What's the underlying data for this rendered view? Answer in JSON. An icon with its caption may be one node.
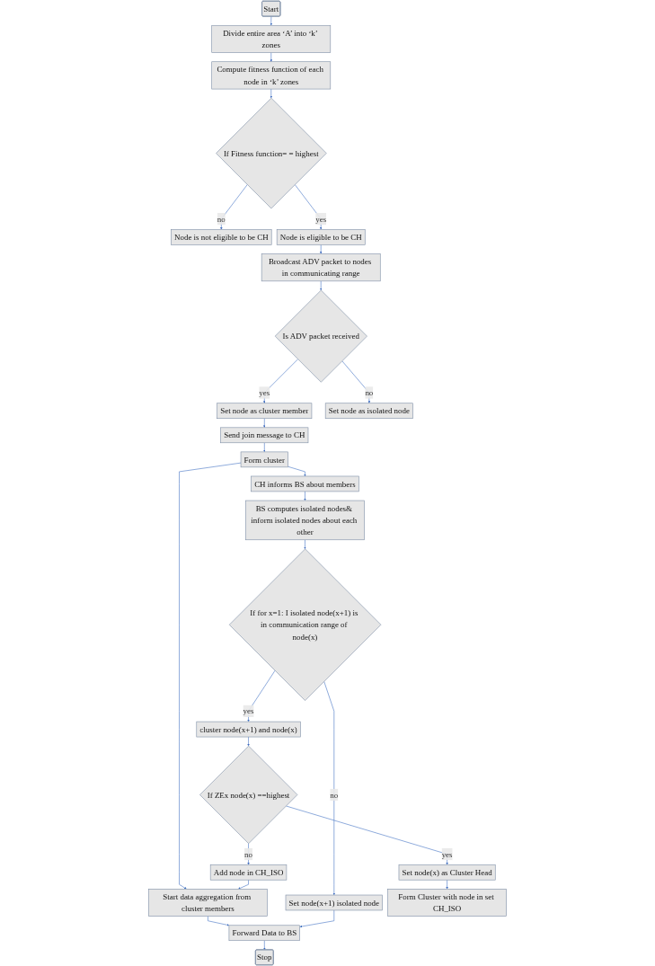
{
  "diagram": {
    "nodes": [
      {
        "text": [
          "Start"
        ]
      },
      {
        "text": [
          "Divide entire area ‘A’ into ‘k’ zones"
        ]
      },
      {
        "text": [
          "Compute fitness function of each node in ‘k’ zones"
        ]
      },
      {
        "text": [
          "If Fitness function= = highest"
        ]
      },
      {
        "text": [
          "Node is not eligible to be CH"
        ]
      },
      {
        "text": [
          "Node is eligible to be CH"
        ]
      },
      {
        "text": [
          "Broadcast ADV packet to nodes in communicating range"
        ]
      },
      {
        "text": [
          "Is ADV packet received"
        ]
      },
      {
        "text": [
          "Set node as cluster member"
        ]
      },
      {
        "text": [
          "Set node as isolated node"
        ]
      },
      {
        "text": [
          "Send join message to CH"
        ]
      },
      {
        "text": [
          "Form cluster"
        ]
      },
      {
        "text": [
          "CH informs BS about members"
        ]
      },
      {
        "text": [
          "Start data aggregation from cluster members"
        ]
      },
      {
        "text": [
          "BS computes isolated nodes& inform isolated nodes about each other"
        ]
      },
      {
        "text": [
          "Forward Data to BS"
        ]
      },
      {
        "text": [
          "Stop"
        ]
      },
      {
        "text": [
          "If for x=1: I isolated node(x+1) is in communication range of node(x)"
        ]
      },
      {
        "text": [
          "cluster node(x+1) and node(x)"
        ]
      },
      {
        "text": [
          "Set node(x+1) isolated node"
        ]
      },
      {
        "text": [
          "If ZEx node(x) ==highest"
        ]
      },
      {
        "text": [
          "Set node(x) as Cluster Head"
        ]
      },
      {
        "text": [
          "Form Cluster with node in set CH_ISO"
        ]
      },
      {
        "text": [
          "Add node in CH_ISO"
        ]
      }
    ],
    "edges": [
      {
        "from": 0,
        "to": 1,
        "arrow": "to"
      },
      {
        "from": 1,
        "to": 2,
        "arrow": "to"
      },
      {
        "from": 2,
        "to": 3,
        "arrow": "to"
      },
      {
        "from": 3,
        "to": 4,
        "arrow": "to",
        "label": "no"
      },
      {
        "from": 3,
        "to": 5,
        "arrow": "to",
        "label": "yes"
      },
      {
        "from": 5,
        "to": 6,
        "arrow": "to"
      },
      {
        "from": 6,
        "to": 7,
        "arrow": "to"
      },
      {
        "from": 7,
        "to": 8,
        "arrow": "to",
        "label": "yes"
      },
      {
        "from": 7,
        "to": 9,
        "arrow": "to",
        "label": "no"
      },
      {
        "from": 8,
        "to": 10,
        "arrow": "to"
      },
      {
        "from": 10,
        "to": 11,
        "arrow": "to"
      },
      {
        "from": 11,
        "to": 12,
        "arrow": "to"
      },
      {
        "from": 11,
        "to": 13,
        "arrow": "to"
      },
      {
        "from": 12,
        "to": 14,
        "arrow": "to"
      },
      {
        "from": 13,
        "to": 15,
        "arrow": "to"
      },
      {
        "from": 14,
        "to": 17,
        "arrow": "to"
      },
      {
        "from": 19,
        "to": 15,
        "arrow": "to"
      },
      {
        "from": 15,
        "to": 16,
        "arrow": "to"
      },
      {
        "from": 17,
        "to": 18,
        "arrow": "to",
        "label": "yes"
      },
      {
        "from": 17,
        "to": 19,
        "arrow": "to",
        "label": "no"
      },
      {
        "from": 18,
        "to": 20,
        "arrow": "to"
      },
      {
        "from": 20,
        "to": 21,
        "arrow": "to",
        "label": "yes"
      },
      {
        "from": 20,
        "to": 23,
        "arrow": "to",
        "label": "no"
      },
      {
        "from": 21,
        "to": 22,
        "arrow": "to"
      },
      {
        "from": 23,
        "to": 13,
        "arrow": "to"
      }
    ]
  }
}
